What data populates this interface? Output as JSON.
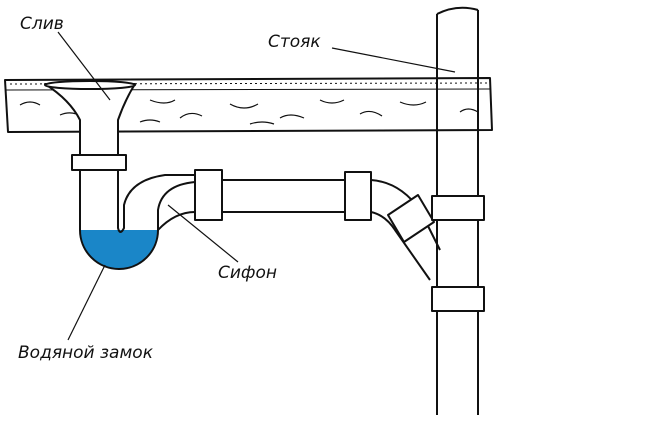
{
  "labels": {
    "drain": "Слив",
    "stack": "Стояк",
    "siphon": "Сифон",
    "water_seal": "Водяной замок"
  },
  "colors": {
    "water": "#1a86c8",
    "line": "#111111"
  }
}
